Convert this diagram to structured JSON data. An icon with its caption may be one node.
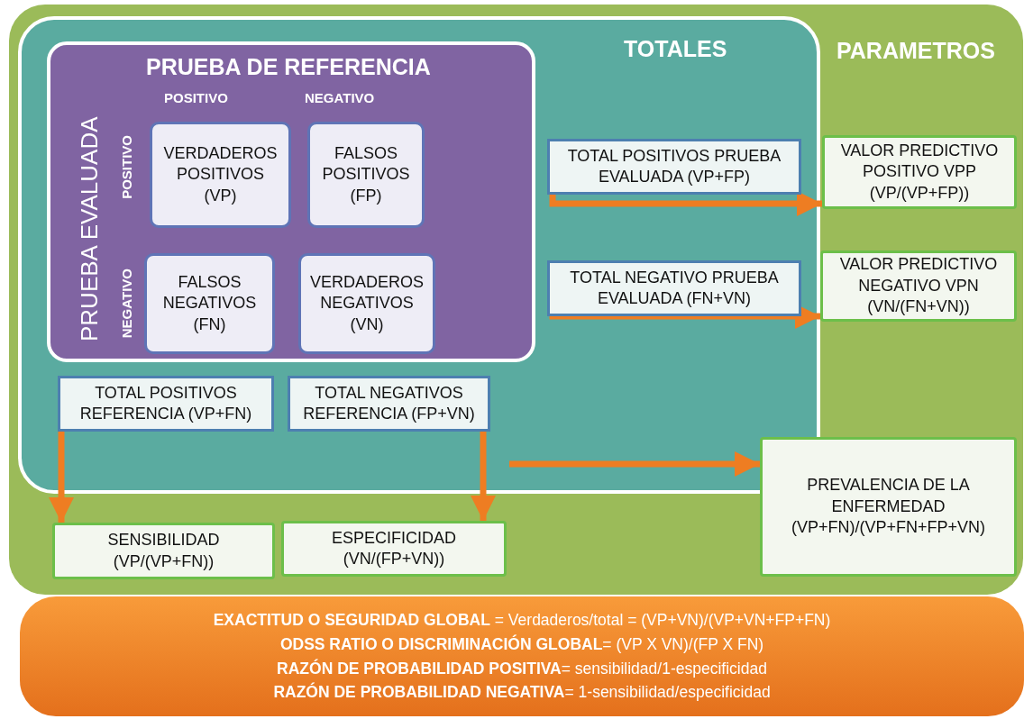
{
  "diagram": {
    "nodes": [
      {
        "text": [
          "PARAMETROS"
        ]
      },
      {
        "text": [
          "TOTALES"
        ],
        "in": 0
      },
      {
        "text": [
          "PRUEBA DE REFERENCIA",
          "POSITIVO",
          "NEGATIVO",
          "PRUEBA EVALUADA",
          "POSITIVO",
          "NEGATIVO"
        ],
        "in": 1
      },
      {
        "text": [
          "VERDADEROS POSITIVOS (VP)"
        ],
        "in": 2
      },
      {
        "text": [
          "FALSOS POSITIVOS (FP)"
        ],
        "in": 2
      },
      {
        "text": [
          "FALSOS NEGATIVOS (FN)"
        ],
        "in": 2
      },
      {
        "text": [
          "VERDADEROS NEGATIVOS (VN)"
        ],
        "in": 2
      },
      {
        "text": [
          "TOTAL POSITIVOS PRUEBA EVALUADA (VP+FP)"
        ],
        "in": 1
      },
      {
        "text": [
          "TOTAL NEGATIVO PRUEBA EVALUADA (FN+VN)"
        ],
        "in": 1
      },
      {
        "text": [
          "TOTAL POSITIVOS REFERENCIA (VP+FN)"
        ],
        "in": 1
      },
      {
        "text": [
          "TOTAL NEGATIVOS REFERENCIA (FP+VN)"
        ],
        "in": 1
      },
      {
        "text": [
          "VALOR PREDICTIVO POSITIVO VPP (VP/(VP+FP))"
        ],
        "in": 0
      },
      {
        "text": [
          "VALOR PREDICTIVO NEGATIVO VPN (VN/(FN+VN))"
        ],
        "in": 0
      },
      {
        "text": [
          "PREVALENCIA DE LA ENFERMEDAD (VP+FN)/(VP+FN+FP+VN)"
        ],
        "in": 0
      },
      {
        "text": [
          "SENSIBILIDAD (VP/(VP+FN))"
        ],
        "in": 0
      },
      {
        "text": [
          "ESPECIFICIDAD (VN/(FP+VN))"
        ],
        "in": 0
      },
      {
        "text": [
          "**EXACTITUD O SEGURIDAD GLOBAL** = Verdaderos/total = (VP+VN)/(VP+VN+FP+FN)",
          "**ODSS RATIO O DISCRIMINACIÓN GLOBAL**= (VP X VN)/(FP X FN)",
          "**RAZÓN DE PROBABILIDAD POSITIVA**= sensibilidad/1-especificidad",
          "**RAZÓN DE PROBABILIDAD NEGATIVA**= 1-sensibilidad/especificidad"
        ]
      }
    ],
    "edges": [
      {
        "from": 7,
        "to": 11,
        "arrow": "to"
      },
      {
        "from": 8,
        "to": 12,
        "arrow": "to"
      },
      {
        "from": 9,
        "to": 14,
        "arrow": "to"
      },
      {
        "from": 10,
        "to": 15,
        "arrow": "to"
      },
      {
        "from": null,
        "to": 13,
        "arrow": "to"
      }
    ]
  }
}
